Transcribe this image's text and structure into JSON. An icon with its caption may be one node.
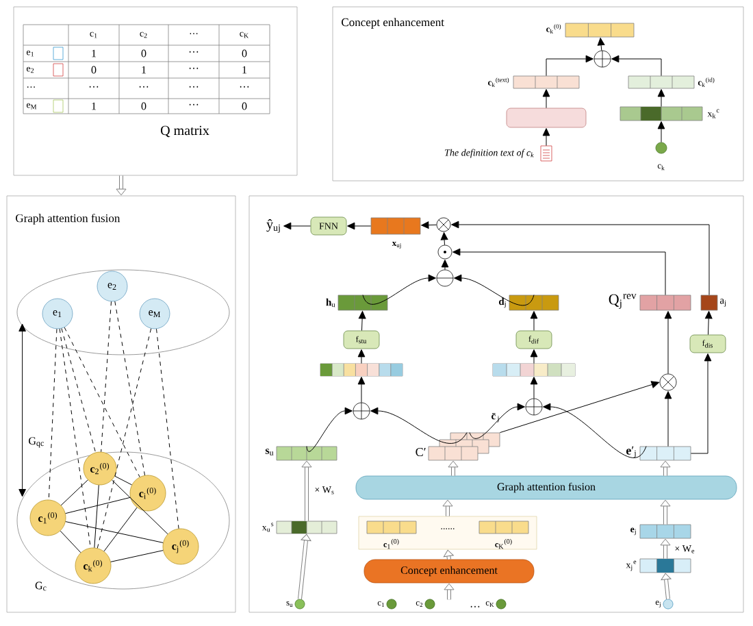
{
  "diagram": {
    "nodes": [
      {
        "text": [
          "Q matrix"
        ]
      },
      {
        "text": [
          "Concept enhancement"
        ]
      },
      {
        "text": [
          "Graph attention fusion"
        ]
      },
      {
        "text": [],
        "shape": "box"
      },
      {
        "text": [],
        "shape": "bar",
        "in": 1,
        "beside": [
          "**c**$_{k}$$^{(0)}$"
        ]
      },
      {
        "text": [],
        "shape": "circle",
        "in": 1
      },
      {
        "text": [],
        "shape": "bar",
        "in": 1,
        "beside": [
          "**c**$_{k}$$^{(text)}$"
        ]
      },
      {
        "text": [],
        "shape": "bar",
        "in": 1,
        "beside": [
          "**c**$_{k}$$^{(id)}$"
        ]
      },
      {
        "text": [],
        "shape": "box",
        "in": 1
      },
      {
        "text": [],
        "shape": "bar",
        "in": 1,
        "beside": [
          "x$_{k}$$^{c}$"
        ]
      },
      {
        "text": [],
        "shape": "document",
        "in": 1,
        "beside": [
          "The definition text of c$_{k}$"
        ]
      },
      {
        "text": [],
        "shape": "circle",
        "in": 1,
        "beside": [
          "c$_{k}$"
        ]
      },
      {
        "text": [],
        "shape": "ellipse",
        "in": 2
      },
      {
        "text": [
          "e$_{1}$"
        ],
        "in": 12
      },
      {
        "text": [
          "e$_{2}$"
        ],
        "in": 12
      },
      {
        "text": [
          "e$_{M}$"
        ],
        "in": 12
      },
      {
        "text": [],
        "shape": "ellipse",
        "in": 2,
        "beside": [
          "G$_{c}$"
        ]
      },
      {
        "text": [
          "**c**$_{1}$$^{(0)}$"
        ],
        "in": 16
      },
      {
        "text": [
          "**c**$_{2}$$^{(0)}$"
        ],
        "in": 16
      },
      {
        "text": [
          "**c**$_{i}$$^{(0)}$"
        ],
        "in": 16
      },
      {
        "text": [
          "**c**$_{k}$$^{(0)}$"
        ],
        "in": 16
      },
      {
        "text": [
          "**c**$_{j}$$^{(0)}$"
        ],
        "in": 16
      },
      {
        "text": [
          "ŷ$_{uj}$"
        ],
        "in": 3
      },
      {
        "text": [
          "FNN"
        ],
        "in": 3
      },
      {
        "text": [],
        "shape": "bar",
        "in": 3,
        "beside": [
          "**x**$_{uj}$"
        ]
      },
      {
        "text": [],
        "shape": "circle",
        "in": 3
      },
      {
        "text": [],
        "shape": "circle",
        "in": 3
      },
      {
        "text": [],
        "shape": "circle",
        "in": 3
      },
      {
        "text": [],
        "shape": "bar",
        "in": 3,
        "beside": [
          "**h**$_{u}$"
        ]
      },
      {
        "text": [],
        "shape": "bar",
        "in": 3,
        "beside": [
          "**d**$_{j}$"
        ]
      },
      {
        "text": [],
        "shape": "bar",
        "in": 3,
        "beside": [
          "Q$_{j}$$^{rev}$"
        ]
      },
      {
        "text": [],
        "shape": "bar",
        "in": 3,
        "beside": [
          "a$_{j}$"
        ]
      },
      {
        "text": [
          "f$_{stu}$"
        ],
        "in": 3
      },
      {
        "text": [
          "f$_{dif}$"
        ],
        "in": 3
      },
      {
        "text": [
          "f$_{dis}$"
        ],
        "in": 3
      },
      {
        "text": [],
        "shape": "bar",
        "in": 3
      },
      {
        "text": [],
        "shape": "bar",
        "in": 3
      },
      {
        "text": [],
        "shape": "circle",
        "in": 3
      },
      {
        "text": [],
        "shape": "circle",
        "in": 3
      },
      {
        "text": [],
        "shape": "circle",
        "in": 3
      },
      {
        "text": [],
        "shape": "bar",
        "in": 3,
        "beside": [
          "**s**$_{u}$"
        ]
      },
      {
        "text": [],
        "shape": "bar",
        "in": 3,
        "beside": [
          "C′",
          "**c̄**$_{j}$"
        ]
      },
      {
        "text": [],
        "shape": "bar",
        "in": 3,
        "beside": [
          "**e**′$_{j}$"
        ]
      },
      {
        "text": [
          "Graph attention fusion"
        ],
        "in": 3
      },
      {
        "text": [],
        "shape": "bar",
        "in": 3,
        "beside": [
          "x$_{u}$$^{s}$"
        ]
      },
      {
        "text": [
          "......"
        ],
        "in": 3
      },
      {
        "text": [],
        "shape": "bar",
        "in": 45,
        "beside": [
          "**c**$_{1}$$^{(0)}$"
        ]
      },
      {
        "text": [],
        "shape": "bar",
        "in": 45,
        "beside": [
          "**c**$_{K}$$^{(0)}$"
        ]
      },
      {
        "text": [],
        "shape": "bar",
        "in": 3,
        "beside": [
          "**e**$_{j}$"
        ]
      },
      {
        "text": [],
        "shape": "bar",
        "in": 3,
        "beside": [
          "x$_{j}$$^{e}$"
        ]
      },
      {
        "text": [
          "Concept enhancement"
        ],
        "in": 3
      },
      {
        "text": [],
        "shape": "circle",
        "in": 3,
        "beside": [
          "s$_{u}$"
        ]
      },
      {
        "text": [],
        "shape": "circle",
        "in": 3,
        "beside": [
          "c$_{1}$"
        ]
      },
      {
        "text": [],
        "shape": "circle",
        "in": 3,
        "beside": [
          "c$_{2}$"
        ]
      },
      {
        "text": [],
        "shape": "circle",
        "in": 3,
        "beside": [
          "c$_{K}$"
        ]
      },
      {
        "text": [],
        "shape": "circle",
        "in": 3,
        "beside": [
          "e$_{j}$"
        ]
      }
    ],
    "edges": [
      {
        "from": 0,
        "to": 2,
        "arrow": "to",
        "style": "thick",
        "color": "#808080"
      },
      {
        "from": 10,
        "to": 8,
        "arrow": "to"
      },
      {
        "from": 8,
        "to": 6,
        "arrow": "to"
      },
      {
        "from": 6,
        "to": 5,
        "arrow": "to"
      },
      {
        "from": 7,
        "to": 5,
        "arrow": "to"
      },
      {
        "from": 5,
        "to": 4,
        "arrow": "to"
      },
      {
        "from": 9,
        "to": 7,
        "arrow": "to"
      },
      {
        "from": 11,
        "to": 9,
        "arrow": "to"
      },
      {
        "from": 12,
        "to": 16,
        "arrow": "both",
        "label": "G$_{qc}$"
      },
      {
        "from": 13,
        "to": 17,
        "arrow": "none",
        "style": "dashed"
      },
      {
        "from": 13,
        "to": 18,
        "arrow": "none",
        "style": "dashed"
      },
      {
        "from": 13,
        "to": 20,
        "arrow": "none",
        "style": "dashed"
      },
      {
        "from": 13,
        "to": 19,
        "arrow": "none",
        "style": "dashed"
      },
      {
        "from": 14,
        "to": 18,
        "arrow": "none",
        "style": "dashed"
      },
      {
        "from": 14,
        "to": 19,
        "arrow": "none",
        "style": "dashed"
      },
      {
        "from": 15,
        "to": 20,
        "arrow": "none",
        "style": "dashed"
      },
      {
        "from": 15,
        "to": 21,
        "arrow": "none",
        "style": "dashed"
      },
      {
        "from": 17,
        "to": 18,
        "arrow": "none"
      },
      {
        "from": 17,
        "to": 19,
        "arrow": "none"
      },
      {
        "from": 17,
        "to": 21,
        "arrow": "none"
      },
      {
        "from": 17,
        "to": 20,
        "arrow": "none"
      },
      {
        "from": 18,
        "to": 19,
        "arrow": "none"
      },
      {
        "from": 18,
        "to": 20,
        "arrow": "none"
      },
      {
        "from": 18,
        "to": 21,
        "arrow": "none"
      },
      {
        "from": 19,
        "to": 20,
        "arrow": "none"
      },
      {
        "from": 20,
        "to": 21,
        "arrow": "none"
      },
      {
        "from": 23,
        "to": 22,
        "arrow": "to"
      },
      {
        "from": 24,
        "to": 23,
        "arrow": "to"
      },
      {
        "from": 25,
        "to": 24,
        "arrow": "to"
      },
      {
        "from": 26,
        "to": 25,
        "arrow": "to"
      },
      {
        "from": 27,
        "to": 26,
        "arrow": "to"
      },
      {
        "from": 28,
        "to": 27,
        "arrow": "to"
      },
      {
        "from": 29,
        "to": 27,
        "arrow": "to"
      },
      {
        "from": 30,
        "to": 26,
        "arrow": "to"
      },
      {
        "from": 31,
        "to": 25,
        "arrow": "to"
      },
      {
        "from": 32,
        "to": 28,
        "arrow": "to"
      },
      {
        "from": 33,
        "to": 29,
        "arrow": "to"
      },
      {
        "from": 34,
        "to": 31,
        "arrow": "to"
      },
      {
        "from": 35,
        "to": 32,
        "arrow": "to"
      },
      {
        "from": 36,
        "to": 33,
        "arrow": "to"
      },
      {
        "from": 37,
        "to": 35,
        "arrow": "to"
      },
      {
        "from": 38,
        "to": 36,
        "arrow": "to"
      },
      {
        "from": 40,
        "to": 37,
        "arrow": "to"
      },
      {
        "from": 41,
        "to": 37,
        "arrow": "to"
      },
      {
        "from": 41,
        "to": 38,
        "arrow": "to"
      },
      {
        "from": 42,
        "to": 38,
        "arrow": "to"
      },
      {
        "from": 41,
        "to": 39,
        "arrow": "to"
      },
      {
        "from": 42,
        "to": 39,
        "arrow": "to"
      },
      {
        "from": 39,
        "to": 30,
        "arrow": "to"
      },
      {
        "from": 42,
        "to": 34,
        "arrow": "to"
      },
      {
        "from": 43,
        "to": 41,
        "arrow": "to",
        "style": "thick",
        "color": "#808080"
      },
      {
        "from": 43,
        "to": 42,
        "arrow": "to",
        "style": "thick",
        "color": "#808080"
      },
      {
        "from": 45,
        "to": 43,
        "arrow": "to",
        "style": "thick",
        "color": "#808080"
      },
      {
        "from": 48,
        "to": 43,
        "arrow": "to",
        "style": "thick",
        "color": "#808080"
      },
      {
        "from": 50,
        "to": 45,
        "arrow": "to",
        "style": "thick",
        "color": "#808080"
      },
      {
        "from": null,
        "to": 50,
        "arrow": "to",
        "style": "thick",
        "color": "#808080"
      },
      {
        "from": 44,
        "to": 40,
        "arrow": "to",
        "style": "thick",
        "color": "#808080",
        "label": "× W$_{s}$"
      },
      {
        "from": 51,
        "to": 44,
        "arrow": "to",
        "style": "thick",
        "color": "#808080"
      },
      {
        "from": 49,
        "to": 48,
        "arrow": "to",
        "style": "thick",
        "color": "#808080",
        "label": "× W$_{e}$"
      },
      {
        "from": 55,
        "to": 49,
        "arrow": "to",
        "style": "thick",
        "color": "#808080"
      }
    ],
    "labels": [
      "c$_{1}$",
      "c$_{2}$",
      "···",
      "c$_{K}$",
      "e$_{1}$",
      "1",
      "0",
      "···",
      "0",
      "e$_{2}$",
      "0",
      "1",
      "···",
      "1",
      "···",
      "···",
      "···",
      "···",
      "···",
      "e$_{M}$",
      "1",
      "0",
      "···",
      "0",
      "···"
    ]
  }
}
